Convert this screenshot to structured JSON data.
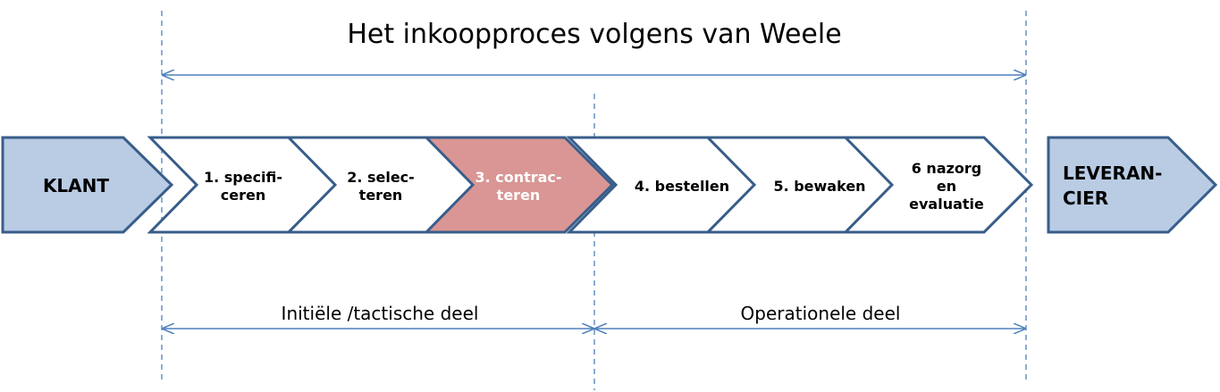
{
  "title": "Het inkoopproces volgens van Weele",
  "start": {
    "label": "KLANT"
  },
  "end": {
    "lines": [
      "LEVERAN-",
      "CIER"
    ]
  },
  "steps": [
    {
      "lines": [
        "1. specifi-",
        "ceren"
      ],
      "active": false
    },
    {
      "lines": [
        "2. selec-",
        "teren"
      ],
      "active": false
    },
    {
      "lines": [
        "3. contrac-",
        "teren"
      ],
      "active": true
    },
    {
      "lines": [
        "4. bestellen"
      ],
      "active": false
    },
    {
      "lines": [
        "5. bewaken"
      ],
      "active": false
    },
    {
      "lines": [
        "6 nazorg",
        "en",
        "evaluatie"
      ],
      "active": false
    }
  ],
  "phases": {
    "initial": "Initiële /tactische deel",
    "operational": "Operationele deel"
  },
  "colors": {
    "end_fill": "#b9cce4",
    "step_fill": "#ffffff",
    "active_fill": "#d99694",
    "stroke": "#385d8a",
    "guide": "#4f81bd"
  }
}
